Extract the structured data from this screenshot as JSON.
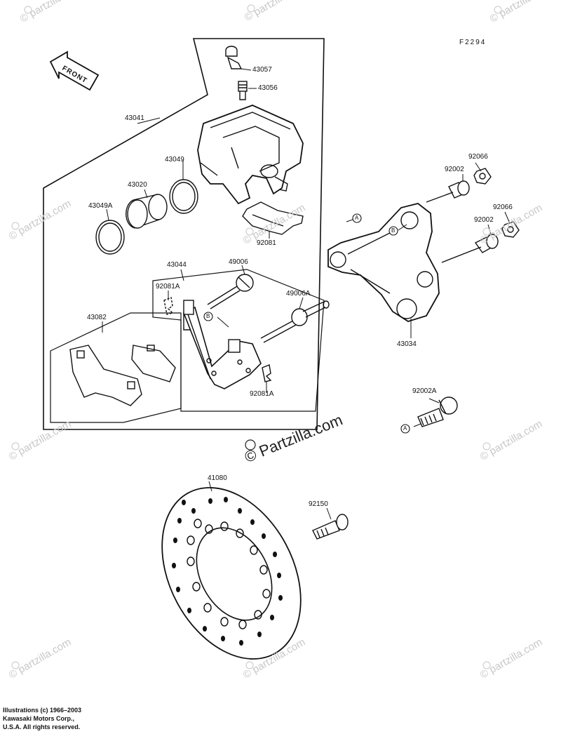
{
  "figure_code": "F2294",
  "front_label": "FRONT",
  "parts": {
    "p43057": "43057",
    "p43056": "43056",
    "p43041": "43041",
    "p43049": "43049",
    "p43020": "43020",
    "p43049A": "43049A",
    "p92081": "92081",
    "p43044": "43044",
    "p49006": "49006",
    "p92081A_top": "92081A",
    "p49006A": "49006A",
    "p43082": "43082",
    "p92081A_bottom": "92081A",
    "p92066_top": "92066",
    "p92002_top": "92002",
    "p92066_right": "92066",
    "p92002_right": "92002",
    "p43034": "43034",
    "p92002A": "92002A",
    "p41080": "41080",
    "p92150": "92150"
  },
  "ref_markers": {
    "a": "A",
    "b": "B"
  },
  "watermark": "© partzilla.com",
  "brand_watermark": "© Partzilla.com",
  "copyright_lines": [
    "Illustrations (c) 1966–2003",
    "Kawasaki Motors Corp.,",
    "U.S.A. All rights reserved."
  ]
}
